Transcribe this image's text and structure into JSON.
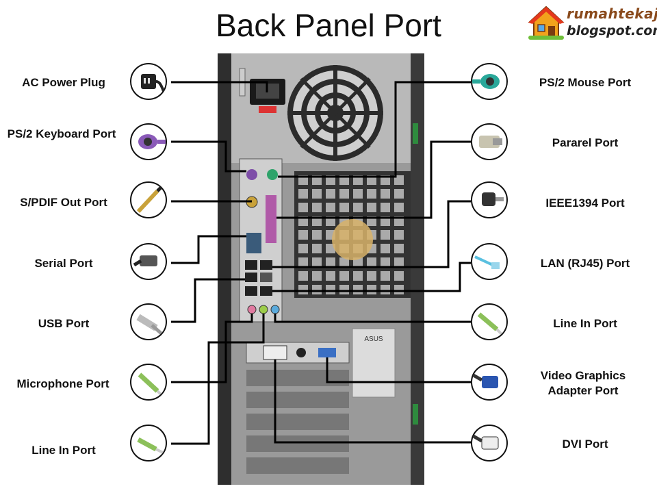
{
  "title": "Back Panel Port",
  "logo": {
    "line1": "rumahtekaje",
    "line2": "blogspot.com"
  },
  "left_ports": [
    {
      "label": "AC Power Plug",
      "icon": "ac-power-plug-icon"
    },
    {
      "label": "PS/2 Keyboard Port",
      "icon": "ps2-keyboard-connector-icon"
    },
    {
      "label": "S/PDIF Out Port",
      "icon": "spdif-connector-icon"
    },
    {
      "label": "Serial Port",
      "icon": "serial-connector-icon"
    },
    {
      "label": "USB Port",
      "icon": "usb-connector-icon"
    },
    {
      "label": "Microphone Port",
      "icon": "microphone-jack-icon"
    },
    {
      "label": "Line In Port",
      "icon": "line-in-jack-icon"
    }
  ],
  "right_ports": [
    {
      "label": "PS/2 Mouse Port",
      "icon": "ps2-mouse-connector-icon"
    },
    {
      "label": "Pararel Port",
      "icon": "parallel-connector-icon"
    },
    {
      "label": "IEEE1394 Port",
      "icon": "ieee1394-connector-icon"
    },
    {
      "label": "LAN (RJ45) Port",
      "icon": "lan-rj45-connector-icon"
    },
    {
      "label": "Line In Port",
      "icon": "line-in-jack-icon"
    },
    {
      "label": "Video Graphics Adapter Port",
      "icon": "vga-connector-icon"
    },
    {
      "label": "DVI Port",
      "icon": "dvi-connector-icon"
    }
  ],
  "case_text": {
    "brand": "ASUS"
  }
}
